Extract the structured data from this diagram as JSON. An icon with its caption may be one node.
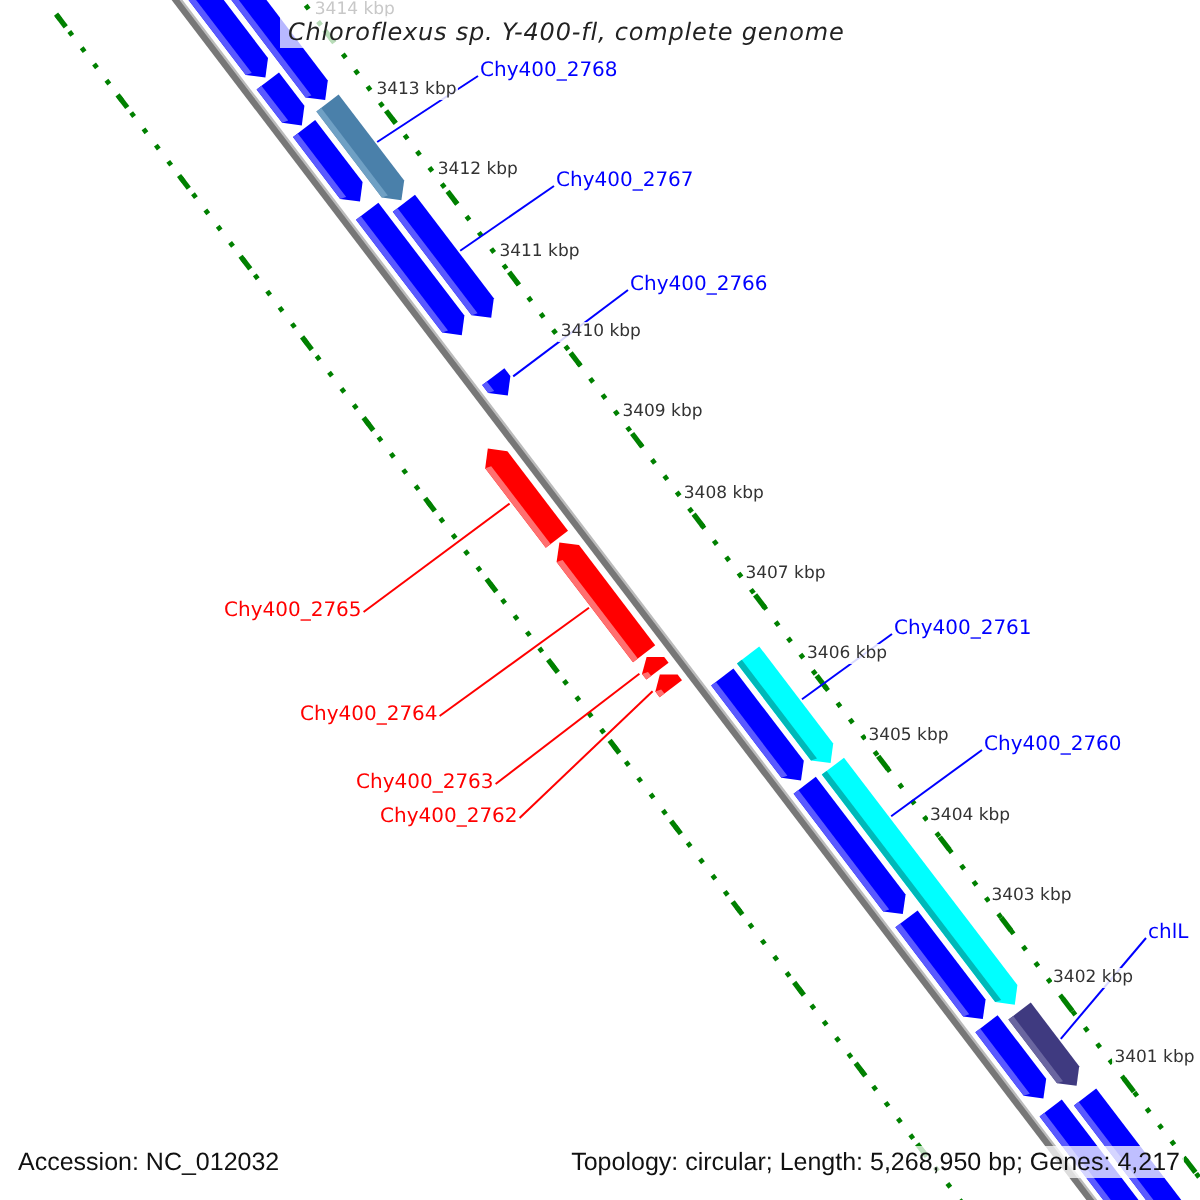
{
  "diagram": {
    "title": "Chloroflexus sp. Y-400-fl, complete genome",
    "nodes": [
      {
        "text": [
          "Chy400_2768"
        ]
      },
      {
        "text": [
          "Chy400_2767"
        ]
      },
      {
        "text": [
          "Chy400_2766"
        ]
      },
      {
        "text": [
          "Chy400_2765"
        ]
      },
      {
        "text": [
          "Chy400_2764"
        ]
      },
      {
        "text": [
          "Chy400_2763"
        ]
      },
      {
        "text": [
          "Chy400_2762"
        ]
      },
      {
        "text": [
          "Chy400_2761"
        ]
      },
      {
        "text": [
          "Chy400_2760"
        ]
      },
      {
        "text": [
          "chlL"
        ]
      },
      {
        "text": [],
        "shape": "bar"
      },
      {
        "text": [],
        "shape": "bar"
      },
      {
        "text": [],
        "shape": "bar"
      },
      {
        "text": [],
        "shape": "bar"
      },
      {
        "text": [],
        "shape": "bar"
      },
      {
        "text": [],
        "shape": "bar"
      },
      {
        "text": [],
        "shape": "bar"
      },
      {
        "text": [],
        "shape": "bar"
      },
      {
        "text": [],
        "shape": "bar"
      },
      {
        "text": [],
        "shape": "bar"
      }
    ],
    "edges": [
      {
        "from": 0,
        "to": 10,
        "arrow": "none"
      },
      {
        "from": 1,
        "to": 11,
        "arrow": "none"
      },
      {
        "from": 2,
        "to": 12,
        "arrow": "none"
      },
      {
        "from": 3,
        "to": 13,
        "arrow": "none",
        "color": "#ff0000"
      },
      {
        "from": 4,
        "to": 14,
        "arrow": "none",
        "color": "#ff0000"
      },
      {
        "from": 5,
        "to": 15,
        "arrow": "none",
        "color": "#ff0000"
      },
      {
        "from": 6,
        "to": 16,
        "arrow": "none",
        "color": "#ff0000"
      },
      {
        "from": 7,
        "to": 17,
        "arrow": "none"
      },
      {
        "from": 8,
        "to": 18,
        "arrow": "none"
      },
      {
        "from": 9,
        "to": 19,
        "arrow": "none"
      }
    ],
    "labels": [
      "3414 kbp",
      "3413 kbp",
      "3412 kbp",
      "3411 kbp",
      "3410 kbp",
      "3409 kbp",
      "3408 kbp",
      "3407 kbp",
      "3406 kbp",
      "3405 kbp",
      "3404 kbp",
      "3403 kbp",
      "3402 kbp",
      "3401 kbp",
      "Accession: NC_012032",
      "Topology: circular; Length: 5,268,950 bp; Genes: 4,217"
    ]
  }
}
